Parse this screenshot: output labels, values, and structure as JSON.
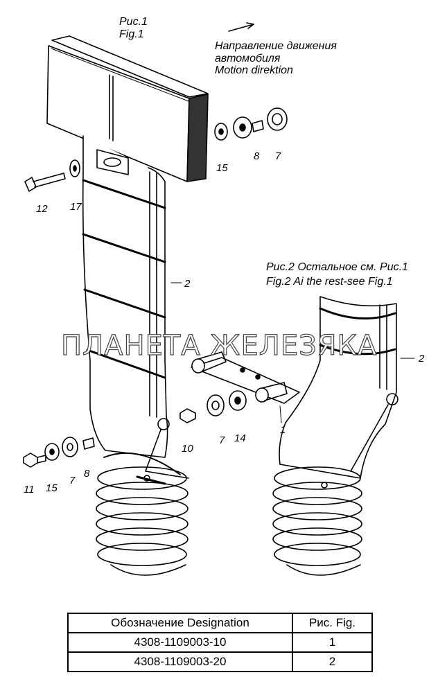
{
  "fig1": {
    "title_ru": "Рис.1",
    "title_en": "Fig.1"
  },
  "direction": {
    "line1": "Направление движения",
    "line2": "автомобиля",
    "line3": "Motion direktion"
  },
  "fig2": {
    "line1": "Рис.2 Остальное см. Рис.1",
    "line2": "Fig.2 Ai the rest-see Fig.1"
  },
  "watermark": "ПЛАНЕТА ЖЕЛЕЗЯКА",
  "callouts": {
    "p15a": "15",
    "p8a": "8",
    "p7a": "7",
    "p12": "12",
    "p17": "17",
    "p2a": "2",
    "p10": "10",
    "p7b": "7",
    "p14": "14",
    "p1": "1",
    "p11": "11",
    "p15b": "15",
    "p7c": "7",
    "p8b": "8",
    "p2b": "2"
  },
  "table": {
    "header": [
      "Обозначение Designation",
      "Рис. Fig."
    ],
    "rows": [
      [
        "4308-1109003-10",
        "1"
      ],
      [
        "4308-1109003-20",
        "2"
      ]
    ]
  }
}
